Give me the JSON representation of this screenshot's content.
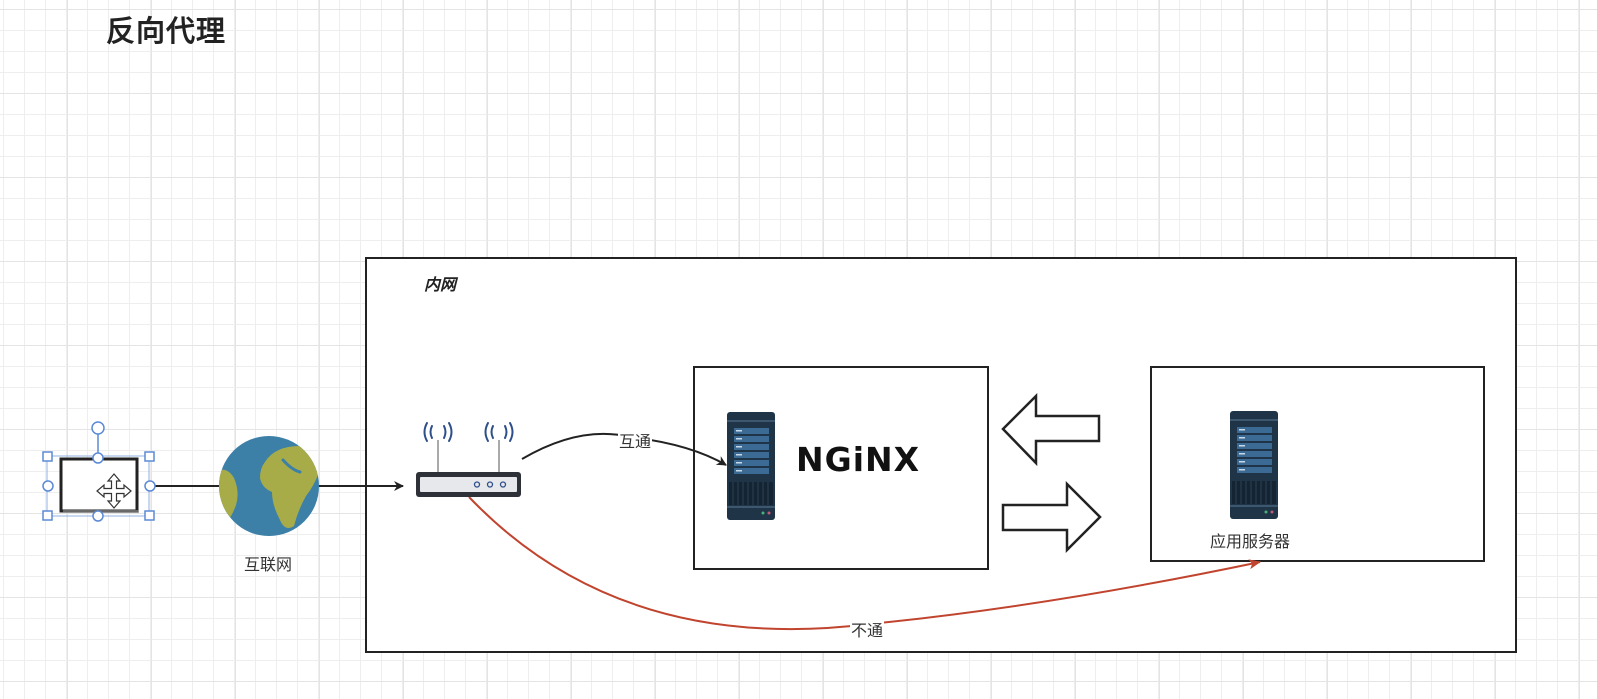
{
  "diagram": {
    "title": "反向代理",
    "intranet_label": "内网",
    "nodes": {
      "client": {
        "label": "",
        "icon": "computer-selected-shape"
      },
      "internet": {
        "label": "互联网",
        "icon": "globe-icon"
      },
      "router": {
        "label": "",
        "icon": "router-icon"
      },
      "nginx": {
        "label": "NGiNX",
        "icon": "server-icon"
      },
      "app_server": {
        "label": "应用服务器",
        "icon": "server-icon"
      }
    },
    "edges": [
      {
        "from": "client",
        "to": "router",
        "label": ""
      },
      {
        "from": "router",
        "to": "nginx",
        "label": "互通"
      },
      {
        "from": "router",
        "to": "app_server",
        "label": "不通"
      }
    ],
    "block_arrows": [
      {
        "direction": "left",
        "meaning": "app_server-to-nginx"
      },
      {
        "direction": "right",
        "meaning": "nginx-to-app_server"
      }
    ],
    "colors": {
      "edge_default": "#222222",
      "edge_blocked": "#c0442e",
      "selection_handle": "#5b8ad6",
      "globe_ocean": "#3c80a8",
      "globe_land": "#a8ac48",
      "server_body": "#1f3447",
      "server_panel": "#3b6b94",
      "router_signal": "#2d4f8a"
    }
  }
}
